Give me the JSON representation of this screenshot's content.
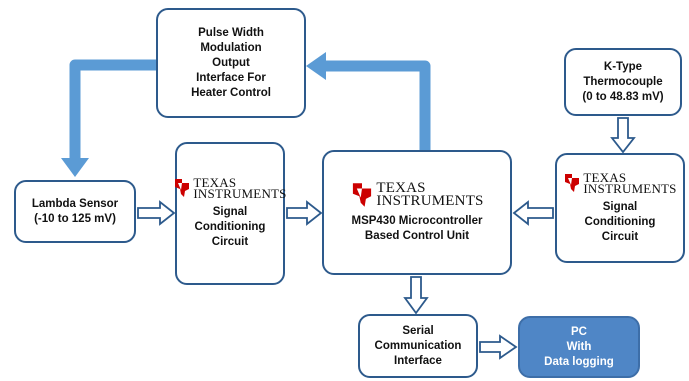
{
  "brand": {
    "logo_line1": "Texas",
    "logo_line2": "Instruments",
    "logo_color": "#cc0000"
  },
  "colors": {
    "box_border": "#2d5a8c",
    "thick_arrow": "#5b9bd5",
    "hollow_arrow": "#2d5a8c",
    "pc_fill": "#4f86c6"
  },
  "nodes": {
    "pwm": {
      "lines": [
        "Pulse Width",
        "Modulation",
        "Output",
        "Interface For",
        "Heater Control"
      ]
    },
    "thermocouple": {
      "lines": [
        "K-Type",
        "Thermocouple",
        "(0 to 48.83 mV)"
      ]
    },
    "lambda": {
      "lines": [
        "Lambda Sensor",
        "(-10 to 125 mV)"
      ]
    },
    "signal_left": {
      "lines": [
        "Signal",
        "Conditioning",
        "Circuit"
      ]
    },
    "mcu": {
      "lines": [
        "MSP430 Microcontroller",
        "Based Control Unit"
      ]
    },
    "signal_right": {
      "lines": [
        "Signal",
        "Conditioning",
        "Circuit"
      ]
    },
    "serial": {
      "lines": [
        "Serial",
        "Communication",
        "Interface"
      ]
    },
    "pc": {
      "lines": [
        "PC",
        "With",
        "Data logging"
      ]
    }
  },
  "edges": [
    {
      "from": "pwm",
      "to": "lambda",
      "style": "thick"
    },
    {
      "from": "mcu",
      "to": "pwm",
      "style": "thick"
    },
    {
      "from": "lambda",
      "to": "signal_left",
      "style": "hollow"
    },
    {
      "from": "signal_left",
      "to": "mcu",
      "style": "hollow"
    },
    {
      "from": "thermocouple",
      "to": "signal_right",
      "style": "hollow"
    },
    {
      "from": "signal_right",
      "to": "mcu",
      "style": "hollow"
    },
    {
      "from": "mcu",
      "to": "serial",
      "style": "hollow"
    },
    {
      "from": "serial",
      "to": "pc",
      "style": "hollow"
    }
  ]
}
